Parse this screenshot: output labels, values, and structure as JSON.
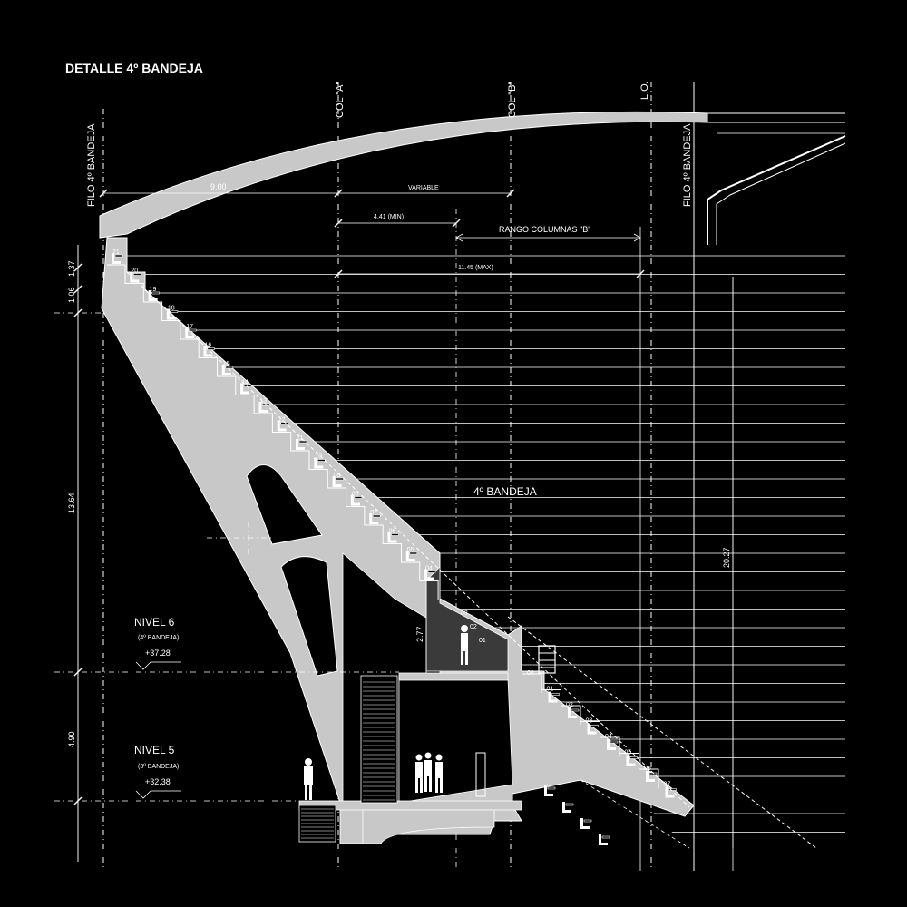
{
  "title": "DETALLE 4º BANDEJA",
  "axes": {
    "col_a": "COL \"A\"",
    "col_b": "COL \"B\"",
    "lo": "L.O.",
    "filo_left": "FILO 4º BANDEJA",
    "filo_right": "FILO 4º BANDEJA"
  },
  "dimensions": {
    "d_900": "9.00",
    "variable": "VARIABLE",
    "min": "4.41 (MIN)",
    "rango": "RANGO COLUMNAS \"B\"",
    "max": "11.45 (MAX)",
    "d_137": "1.37",
    "d_106": "1.06",
    "d_1364": "13.64",
    "d_490": "4.90",
    "d_2027": "20.27",
    "d_277": "2.77"
  },
  "levels": [
    {
      "name": "NIVEL 6",
      "sub": "(4º BANDEJA)",
      "elev": "+37.28"
    },
    {
      "name": "NIVEL 5",
      "sub": "(3º BANDEJA)",
      "elev": "+32.38"
    }
  ],
  "zone_label": "4º BANDEJA",
  "upper_rows": [
    "21",
    "20",
    "19",
    "18",
    "17",
    "16",
    "15",
    "14",
    "13",
    "12",
    "11",
    "10",
    "09",
    "08",
    "07",
    "06",
    "05",
    "04"
  ],
  "mid_rows": [
    "03",
    "02",
    "01"
  ],
  "lower_rows": [
    "00",
    "01",
    "02",
    "03",
    "04",
    "05",
    "06",
    "07"
  ],
  "colors": {
    "background": "#000000",
    "line": "#ffffff",
    "concrete": "#c8c8c8"
  }
}
